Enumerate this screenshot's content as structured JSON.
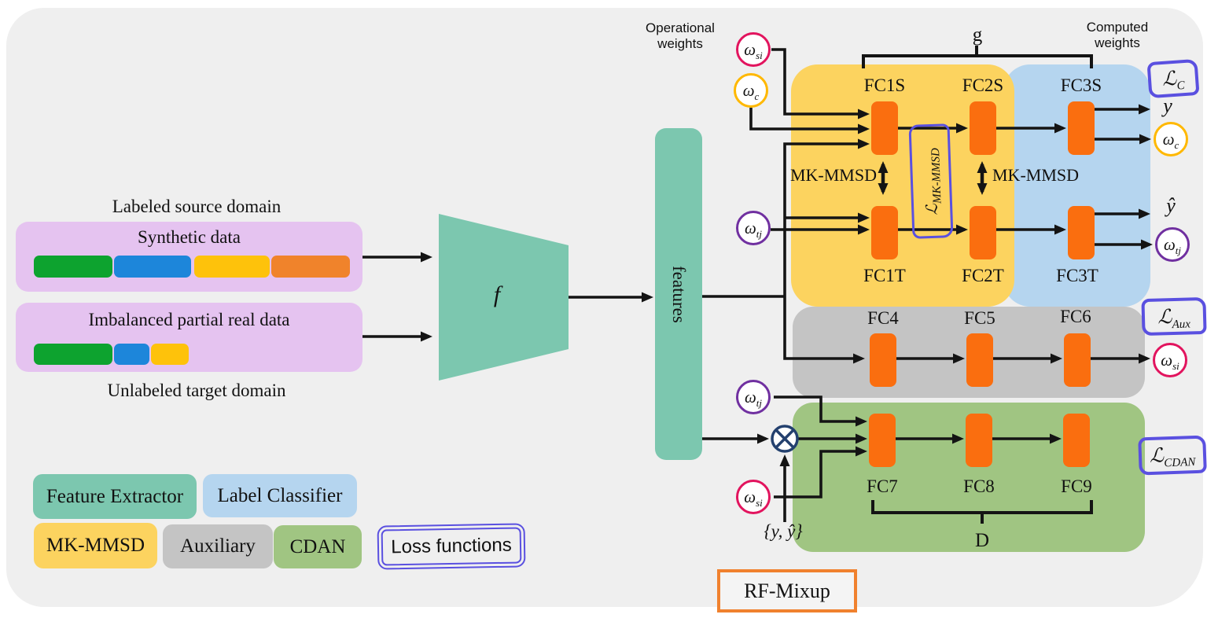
{
  "colors": {
    "panel_background": "#EFEFEF",
    "feature_extractor": "#7CC7AF",
    "label_classifier": "#B5D5EF",
    "mk_mmsd_region": "#FCD35F",
    "auxiliary_region": "#C4C4C4",
    "cdan_region": "#A0C582",
    "fc_layer": "#FA6E0F",
    "source_domain_box": "#E5C3F0",
    "bar_green": "#0DA32F",
    "bar_blue": "#1D86DA",
    "bar_yellow": "#FEC20B",
    "bar_orange": "#F0832B",
    "loss_outline": "#5A50E0",
    "rf_mixup_outline": "#F0812E",
    "omega_si_outline": "#E2145E",
    "omega_c_outline": "#FFB800",
    "omega_tj_outline": "#7030A0",
    "mixup_operator": "#23406E",
    "wire": "#141414"
  },
  "source_domain": {
    "labeled_title": "Labeled source domain",
    "synthetic_box_label": "Synthetic data",
    "imbalanced_box_label": "Imbalanced partial real data",
    "unlabeled_title": "Unlabeled target domain"
  },
  "feature_extractor": {
    "trapezoid_label": "f",
    "features_label": "features"
  },
  "weights": {
    "operational_title": "Operational weights",
    "computed_title": "Computed weights",
    "omega_si": {
      "base": "ω",
      "sub": "si"
    },
    "omega_c": {
      "base": "ω",
      "sub": "c"
    },
    "omega_tj": {
      "base": "ω",
      "sub": "tj"
    }
  },
  "classifier": {
    "g_label": "g",
    "fc1s": "FC1S",
    "fc2s": "FC2S",
    "fc3s": "FC3S",
    "fc1t": "FC1T",
    "fc2t": "FC2T",
    "fc3t": "FC3T",
    "mk_mmsd_left": "MK-MMSD",
    "mk_mmsd_right": "MK-MMSD",
    "loss_mk_mmsd": {
      "base": "ℒ",
      "sub": "MK-MMSD"
    },
    "y_output": "y",
    "y_hat_output": "ŷ"
  },
  "auxiliary": {
    "fc4": "FC4",
    "fc5": "FC5",
    "fc6": "FC6"
  },
  "cdan": {
    "fc7": "FC7",
    "fc8": "FC8",
    "fc9": "FC9",
    "d_label": "D",
    "y_set_label": "{y, ŷ}"
  },
  "losses": {
    "classifier": {
      "base": "ℒ",
      "sub": "C"
    },
    "auxiliary": {
      "base": "ℒ",
      "sub": "Aux"
    },
    "cdan": {
      "base": "ℒ",
      "sub": "CDAN"
    }
  },
  "legend": {
    "feature_extractor": "Feature Extractor",
    "label_classifier": "Label Classifier",
    "mk_mmsd": "MK-MMSD",
    "auxiliary": "Auxiliary",
    "cdan": "CDAN",
    "loss_functions": "Loss functions"
  },
  "rf_mixup_label": "RF-Mixup"
}
